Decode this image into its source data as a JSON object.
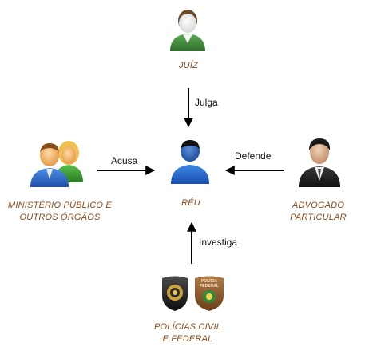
{
  "roles": {
    "judge": "JUÍZ",
    "defendant": "RÉU",
    "prosecution_line1": "MINISTÉRIO PÚBLICO E",
    "prosecution_line2": "OUTROS ÓRGÃOS",
    "lawyer_line1": "ADVOGADO",
    "lawyer_line2": "PARTICULAR",
    "police_line1": "POLÍCIAS CIVIL",
    "police_line2": "E FEDERAL"
  },
  "badges": {
    "federal_line1": "POLÍCIA",
    "federal_line2": "FEDERAL"
  },
  "relations": {
    "judge": "Julga",
    "prosecution": "Acusa",
    "lawyer": "Defende",
    "police": "Investiga"
  },
  "colors": {
    "role_text": "#8b4a1a",
    "judge_shirt": "#3f8a3a",
    "defendant_shirt": "#1f63c6",
    "prosecution_shirt": "#2a67c9",
    "lawyer_suit": "#1c1c1c",
    "civil_badge": "#222222",
    "federal_badge": "#8a5a2e"
  }
}
